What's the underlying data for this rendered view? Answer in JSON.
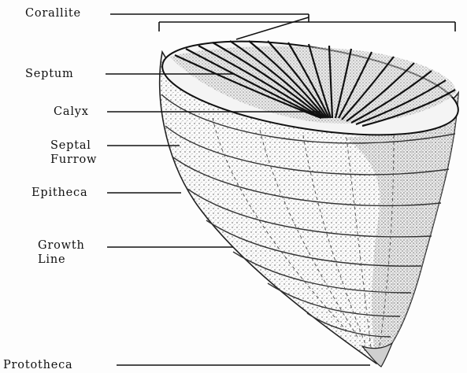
{
  "labels": {
    "corallite": "Corallite",
    "septum": "Septum",
    "calyx": "Calyx",
    "septal_furrow": [
      "Septal",
      "Furrow"
    ],
    "epitheca": "Epitheca",
    "growth_line": [
      "Growth",
      "Line"
    ],
    "prototheca": "Prototheca"
  }
}
